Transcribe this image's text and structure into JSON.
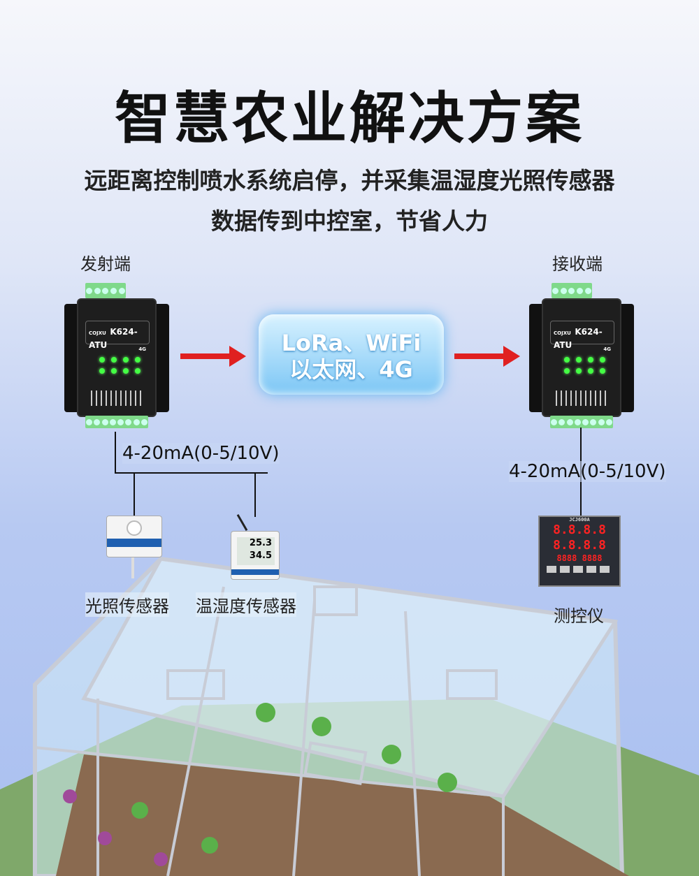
{
  "title": "智慧农业解决方案",
  "subtitle": [
    "远距离控制喷水系统启停，并采集温湿度光照传感器",
    "数据传到中控室，节省人力"
  ],
  "transmitter": {
    "label": "发射端",
    "model": "K624-ATU",
    "variant": "4G",
    "brand": "COJXU"
  },
  "receiver": {
    "label": "接收端",
    "model": "K624-ATU",
    "variant": "4G",
    "brand": "COJXU"
  },
  "network": {
    "line1": "LoRa、WiFi",
    "line2": "以太网、4G"
  },
  "signal_left": "4-20mA(0-5/10V)",
  "signal_right": "4-20mA(0-5/10V)",
  "sensors": [
    {
      "label": "光照传感器"
    },
    {
      "label": "温湿度传感器",
      "temp": "25.3",
      "hum": "34.5"
    }
  ],
  "meter": {
    "label": "测控仪",
    "model": "JCJ600A",
    "display": [
      "8.8.8.8",
      "8.8.8.8",
      "8888 8888"
    ]
  },
  "colors": {
    "arrow": "#e02020",
    "terminal": "#7fd98a",
    "led": "#44ff44"
  }
}
